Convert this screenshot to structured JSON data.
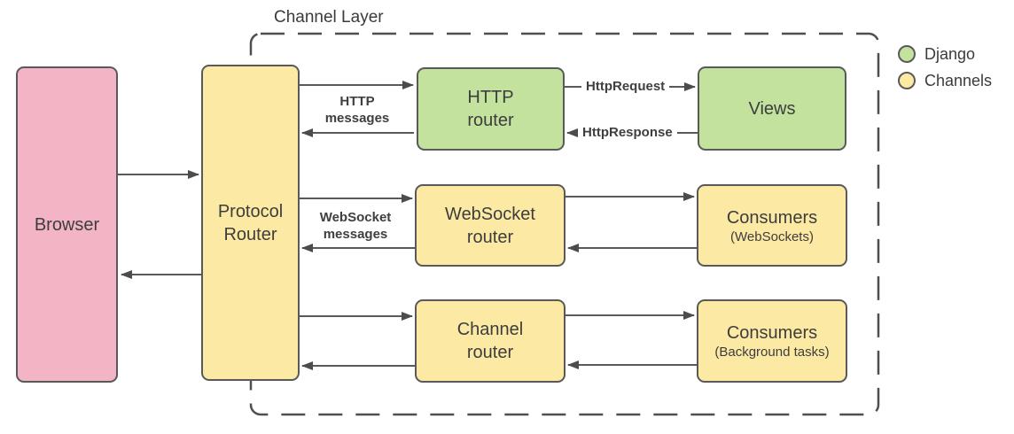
{
  "title": "Channel Layer",
  "legend": {
    "items": [
      {
        "label": "Django",
        "color": "#c2e29e"
      },
      {
        "label": "Channels",
        "color": "#fce9a4"
      }
    ]
  },
  "nodes": {
    "browser": {
      "label": "Browser",
      "color": "#f3b5c6"
    },
    "protocol_router": {
      "label": "Protocol\nRouter",
      "color": "#fce9a4"
    },
    "http_router": {
      "label": "HTTP\nrouter",
      "color": "#c2e29e"
    },
    "views": {
      "label": "Views",
      "color": "#c2e29e"
    },
    "websocket_router": {
      "label": "WebSocket\nrouter",
      "color": "#fce9a4"
    },
    "consumers_websockets": {
      "label": "Consumers",
      "sublabel": "(WebSockets)",
      "color": "#fce9a4"
    },
    "channel_router": {
      "label": "Channel\nrouter",
      "color": "#fce9a4"
    },
    "consumers_background": {
      "label": "Consumers",
      "sublabel": "(Background tasks)",
      "color": "#fce9a4"
    }
  },
  "edge_labels": {
    "http_messages": "HTTP\nmessages",
    "websocket_messages": "WebSocket\nmessages",
    "http_request": "HttpRequest",
    "http_response": "HttpResponse"
  },
  "line_color": "#595959",
  "dashed_border_color": "#4f4f4f"
}
